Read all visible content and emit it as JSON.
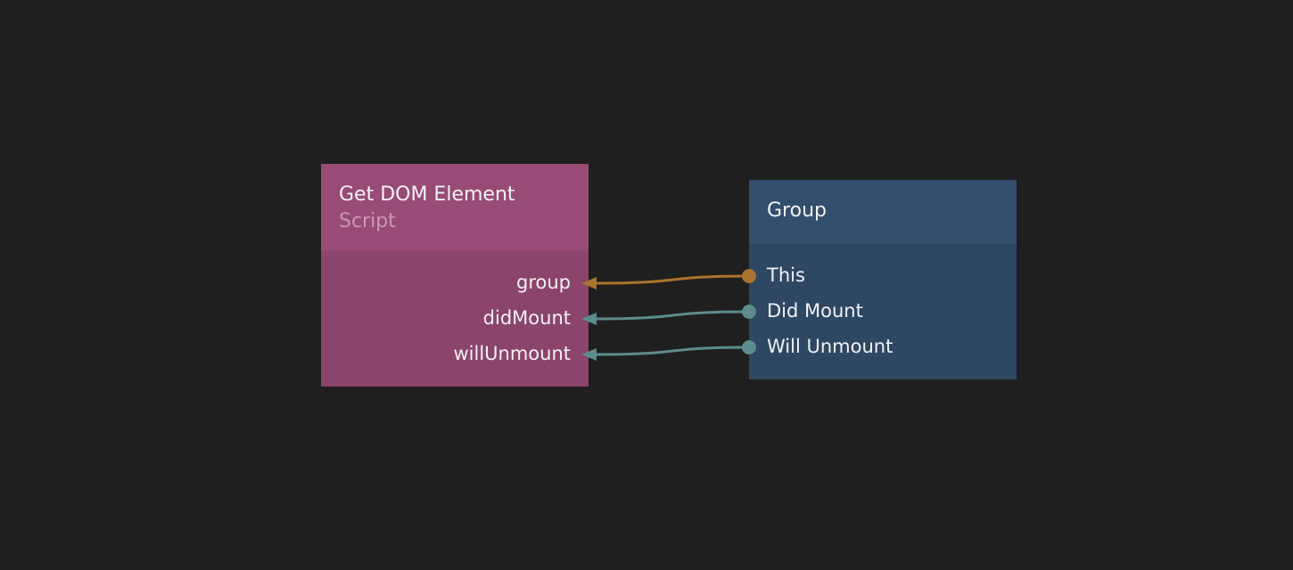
{
  "nodes": {
    "script": {
      "title": "Get DOM Element",
      "subtitle": "Script",
      "header_color": "#984b74",
      "body_color": "#8b446a",
      "subtitle_color": "#c89aae",
      "ports": [
        {
          "label": "group"
        },
        {
          "label": "didMount"
        },
        {
          "label": "willUnmount"
        }
      ]
    },
    "group": {
      "title": "Group",
      "header_color": "#334e6c",
      "body_color": "#2e4762",
      "ports": [
        {
          "label": "This"
        },
        {
          "label": "Did Mount"
        },
        {
          "label": "Will Unmount"
        }
      ]
    }
  },
  "connections": [
    {
      "from": "group.This",
      "to": "script.group",
      "color": "#a9742f"
    },
    {
      "from": "group.Did Mount",
      "to": "script.didMount",
      "color": "#5b8d8c"
    },
    {
      "from": "group.Will Unmount",
      "to": "script.willUnmount",
      "color": "#5b8d8c"
    }
  ]
}
